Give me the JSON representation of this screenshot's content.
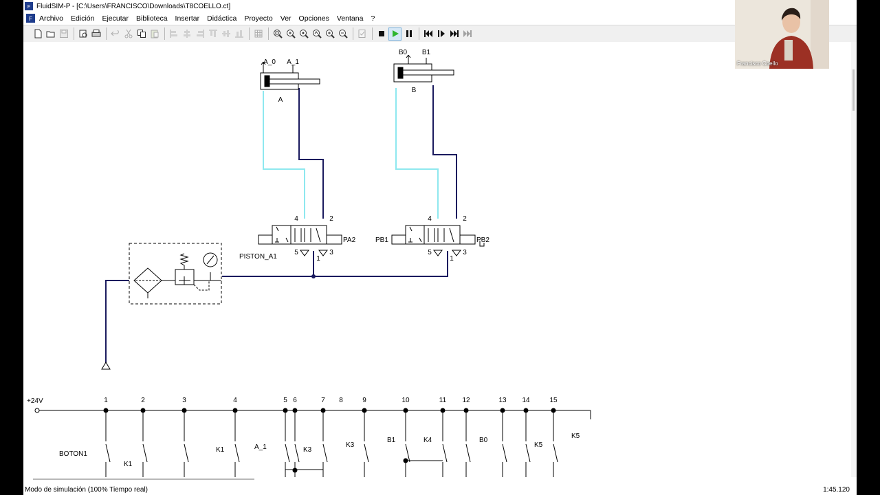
{
  "window": {
    "title": "FluidSIM-P - [C:\\Users\\FRANCISCO\\Downloads\\T8COELLO.ct]",
    "app_icon": "fluidsim-logo-icon"
  },
  "menu": {
    "items": [
      "Archivo",
      "Edición",
      "Ejecutar",
      "Biblioteca",
      "Insertar",
      "Didáctica",
      "Proyecto",
      "Ver",
      "Opciones",
      "Ventana",
      "?"
    ]
  },
  "toolbar": {
    "buttons": [
      {
        "icon": "new-file-icon",
        "enabled": true
      },
      {
        "icon": "open-folder-icon",
        "enabled": true
      },
      {
        "icon": "save-icon",
        "enabled": false
      },
      {
        "icon": "print-preview-icon",
        "enabled": true
      },
      {
        "icon": "print-icon",
        "enabled": true
      },
      {
        "icon": "undo-icon",
        "enabled": false
      },
      {
        "icon": "cut-icon",
        "enabled": false
      },
      {
        "icon": "copy-icon",
        "enabled": true
      },
      {
        "icon": "paste-icon",
        "enabled": false
      },
      {
        "icon": "align-left-icon",
        "enabled": false
      },
      {
        "icon": "align-center-icon",
        "enabled": false
      },
      {
        "icon": "align-right-icon",
        "enabled": false
      },
      {
        "icon": "align-top-icon",
        "enabled": false
      },
      {
        "icon": "align-middle-icon",
        "enabled": false
      },
      {
        "icon": "align-bottom-icon",
        "enabled": false
      },
      {
        "icon": "grid-icon",
        "enabled": false
      },
      {
        "icon": "zoom-fit-icon",
        "enabled": true
      },
      {
        "icon": "zoom-window-icon",
        "enabled": true
      },
      {
        "icon": "zoom-page-icon",
        "enabled": true
      },
      {
        "icon": "zoom-last-icon",
        "enabled": true
      },
      {
        "icon": "zoom-in-icon",
        "enabled": true
      },
      {
        "icon": "zoom-out-icon",
        "enabled": true
      },
      {
        "icon": "check-drawing-icon",
        "enabled": false
      },
      {
        "icon": "stop-icon",
        "enabled": true
      },
      {
        "icon": "play-icon",
        "enabled": true
      },
      {
        "icon": "pause-icon",
        "enabled": true
      },
      {
        "icon": "reset-icon",
        "enabled": true
      },
      {
        "icon": "step-mode-icon",
        "enabled": true
      },
      {
        "icon": "to-state-icon",
        "enabled": true
      },
      {
        "icon": "skip-end-icon",
        "enabled": false
      }
    ]
  },
  "diagram": {
    "cylinder_a": {
      "name": "A",
      "sensor_left": "A_0",
      "sensor_right": "A_1"
    },
    "cylinder_b": {
      "name": "B",
      "sensor_left": "B0",
      "sensor_right": "B1"
    },
    "valve_a": {
      "label": "PISTON_A1",
      "solenoid_right": "PA2",
      "port_4": "4",
      "port_2": "2",
      "port_5": "5",
      "port_3": "3",
      "port_1": "1"
    },
    "valve_b": {
      "solenoid_left": "PB1",
      "solenoid_right": "PB2",
      "port_4": "4",
      "port_2": "2",
      "port_5": "5",
      "port_3": "3",
      "port_1": "1"
    },
    "supply_label": "+24V",
    "rungs": [
      "1",
      "2",
      "3",
      "4",
      "5",
      "6",
      "7",
      "8",
      "9",
      "10",
      "11",
      "12",
      "13",
      "14",
      "15"
    ],
    "contacts": {
      "boton1": "BOTON1",
      "k1a": "K1",
      "k1b": "K1",
      "a1": "A_1",
      "k3a": "K3",
      "k3b": "K3",
      "b1": "B1",
      "k4": "K4",
      "b0": "B0",
      "k5a": "K5",
      "k5b": "K5"
    }
  },
  "status": {
    "mode": "Modo de simulación (100% Tiempo real)",
    "time": "1:45.120"
  },
  "webcam": {
    "name": "Francisco Coello"
  },
  "colors": {
    "pressure_line": "#1a1a5e",
    "exhaust_line": "#8ee8ef",
    "play_green": "#2fb52f"
  }
}
